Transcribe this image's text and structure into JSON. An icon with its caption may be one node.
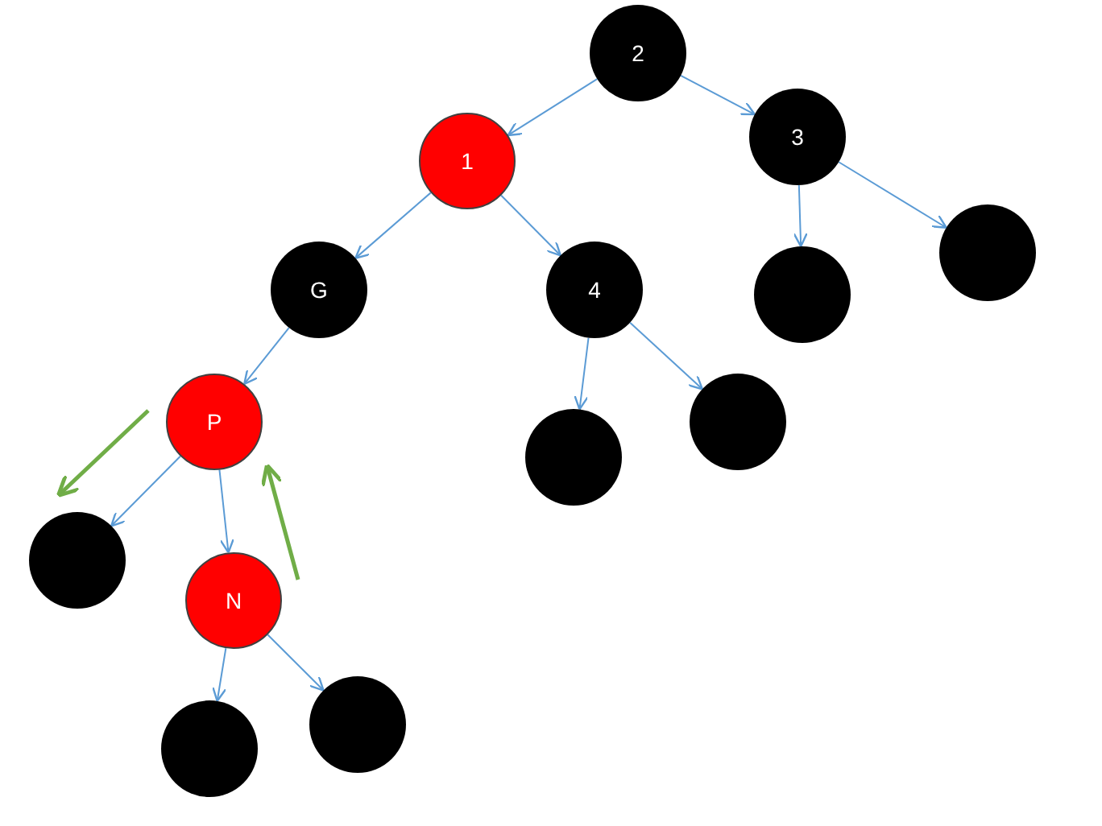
{
  "diagram": {
    "nodes": [
      {
        "text": [
          "2"
        ]
      },
      {
        "text": [
          "1"
        ]
      },
      {
        "text": [
          "3"
        ]
      },
      {
        "text": [
          "G"
        ]
      },
      {
        "text": [
          "4"
        ]
      },
      {
        "text": [],
        "shape": "circle"
      },
      {
        "text": [],
        "shape": "circle"
      },
      {
        "text": [
          "P"
        ]
      },
      {
        "text": [],
        "shape": "circle"
      },
      {
        "text": [],
        "shape": "circle"
      },
      {
        "text": [],
        "shape": "circle"
      },
      {
        "text": [
          "N"
        ]
      },
      {
        "text": [],
        "shape": "circle"
      },
      {
        "text": [],
        "shape": "circle"
      }
    ],
    "edges": [
      {
        "from": 0,
        "to": 1,
        "arrow": "to"
      },
      {
        "from": 0,
        "to": 2,
        "arrow": "to"
      },
      {
        "from": 1,
        "to": 3,
        "arrow": "to"
      },
      {
        "from": 1,
        "to": 4,
        "arrow": "to"
      },
      {
        "from": 2,
        "to": 5,
        "arrow": "to"
      },
      {
        "from": 2,
        "to": 6,
        "arrow": "to"
      },
      {
        "from": 3,
        "to": 7,
        "arrow": "to"
      },
      {
        "from": 4,
        "to": 8,
        "arrow": "to"
      },
      {
        "from": 4,
        "to": 9,
        "arrow": "to"
      },
      {
        "from": 7,
        "to": 10,
        "arrow": "to"
      },
      {
        "from": 7,
        "to": 11,
        "arrow": "to"
      },
      {
        "from": 11,
        "to": 12,
        "arrow": "to"
      },
      {
        "from": 11,
        "to": 13,
        "arrow": "to"
      }
    ]
  }
}
